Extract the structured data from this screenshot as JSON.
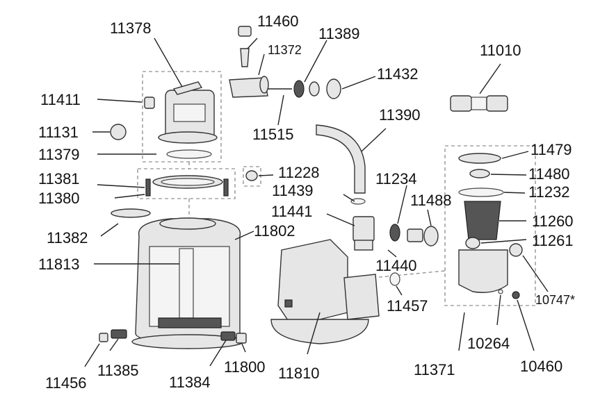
{
  "diagram": {
    "labels": [
      {
        "id": "11378",
        "text": "11378"
      },
      {
        "id": "11460",
        "text": "11460"
      },
      {
        "id": "11389",
        "text": "11389"
      },
      {
        "id": "11372",
        "text": "11372"
      },
      {
        "id": "11010",
        "text": "11010"
      },
      {
        "id": "11432",
        "text": "11432"
      },
      {
        "id": "11411",
        "text": "11411"
      },
      {
        "id": "11390",
        "text": "11390"
      },
      {
        "id": "11131",
        "text": "11131"
      },
      {
        "id": "11515",
        "text": "11515"
      },
      {
        "id": "11379",
        "text": "11379"
      },
      {
        "id": "11479",
        "text": "11479"
      },
      {
        "id": "11228",
        "text": "11228"
      },
      {
        "id": "11381",
        "text": "11381"
      },
      {
        "id": "11480",
        "text": "11480"
      },
      {
        "id": "11234",
        "text": "11234"
      },
      {
        "id": "11439",
        "text": "11439"
      },
      {
        "id": "11232",
        "text": "11232"
      },
      {
        "id": "11380",
        "text": "11380"
      },
      {
        "id": "11488",
        "text": "11488"
      },
      {
        "id": "11441",
        "text": "11441"
      },
      {
        "id": "11260",
        "text": "11260"
      },
      {
        "id": "11382",
        "text": "11382"
      },
      {
        "id": "11802",
        "text": "11802"
      },
      {
        "id": "11261",
        "text": "11261"
      },
      {
        "id": "11813",
        "text": "11813"
      },
      {
        "id": "11440",
        "text": "11440"
      },
      {
        "id": "10747",
        "text": "10747*"
      },
      {
        "id": "11457",
        "text": "11457"
      },
      {
        "id": "10264",
        "text": "10264"
      },
      {
        "id": "11371",
        "text": "11371"
      },
      {
        "id": "10460",
        "text": "10460"
      },
      {
        "id": "11456",
        "text": "11456"
      },
      {
        "id": "11385",
        "text": "11385"
      },
      {
        "id": "11384",
        "text": "11384"
      },
      {
        "id": "11800",
        "text": "11800"
      },
      {
        "id": "11810",
        "text": "11810"
      }
    ]
  }
}
